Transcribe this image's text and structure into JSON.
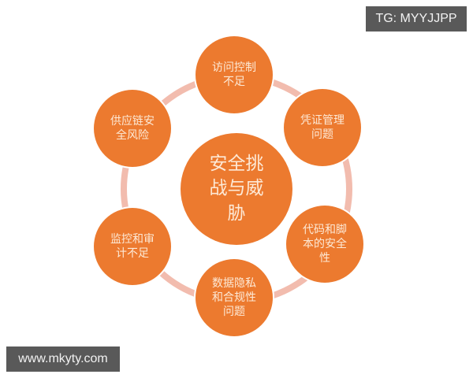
{
  "diagram": {
    "center": {
      "label": "安全挑战与威胁"
    },
    "nodes": [
      {
        "label": "访问控制不足"
      },
      {
        "label": "凭证管理问题"
      },
      {
        "label": "代码和脚本的安全性"
      },
      {
        "label": "数据隐私和合规性问题"
      },
      {
        "label": "监控和审计不足"
      },
      {
        "label": "供应链安全风险"
      }
    ],
    "colors": {
      "node": "#ec7a2f",
      "ring": "#f2bcae",
      "text": "#fde9d6"
    }
  },
  "watermarks": {
    "top_right": "TG: MYYJJPP",
    "bottom_left": "www.mkyty.com"
  }
}
